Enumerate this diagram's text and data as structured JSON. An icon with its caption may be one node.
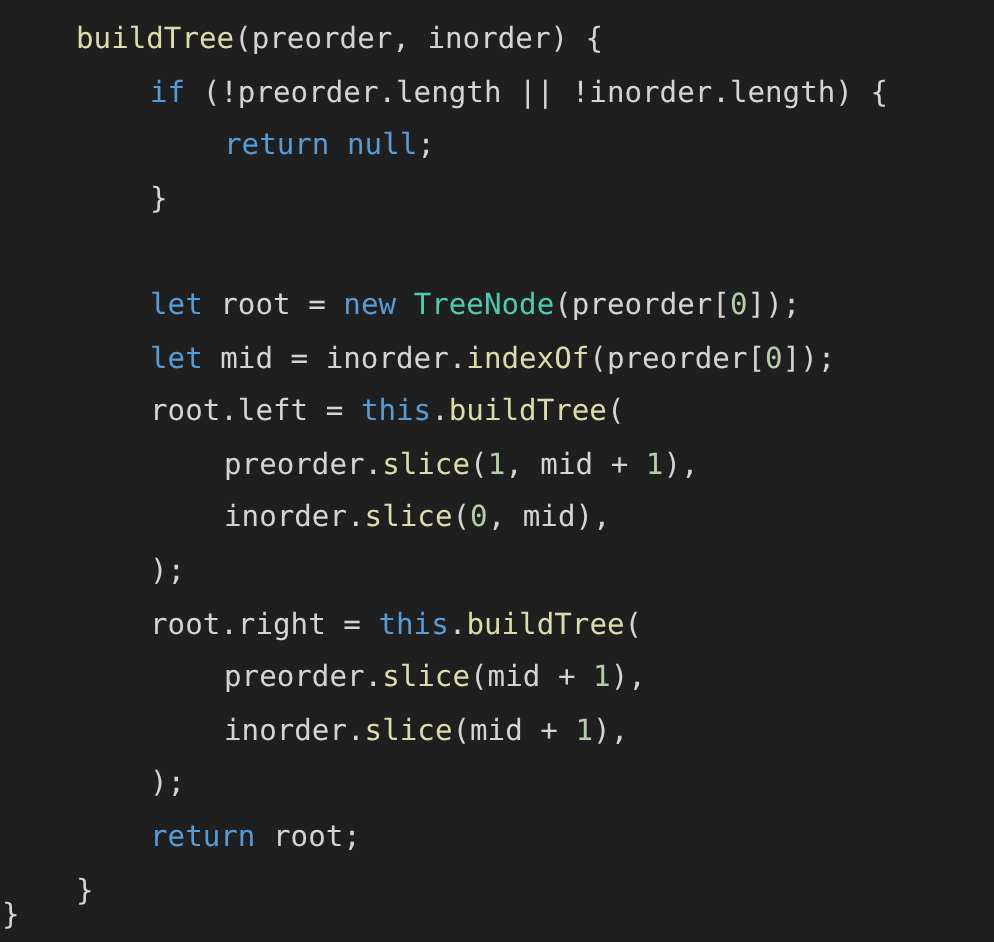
{
  "diagram": {
    "labels": [
      "buildTree(preorder, inorder) {",
      "if (!preorder.length || !inorder.length) {",
      "return null;",
      "}",
      "let root = new TreeNode(preorder[0]);",
      "let mid = inorder.indexOf(preorder[0]);",
      "root.left = this.buildTree(",
      "preorder.slice(1, mid + 1),",
      "inorder.slice(0, mid),",
      ");",
      "root.right = this.buildTree(",
      "preorder.slice(mid + 1),",
      "inorder.slice(mid + 1),",
      ");",
      "return root;",
      "}",
      "}"
    ]
  }
}
